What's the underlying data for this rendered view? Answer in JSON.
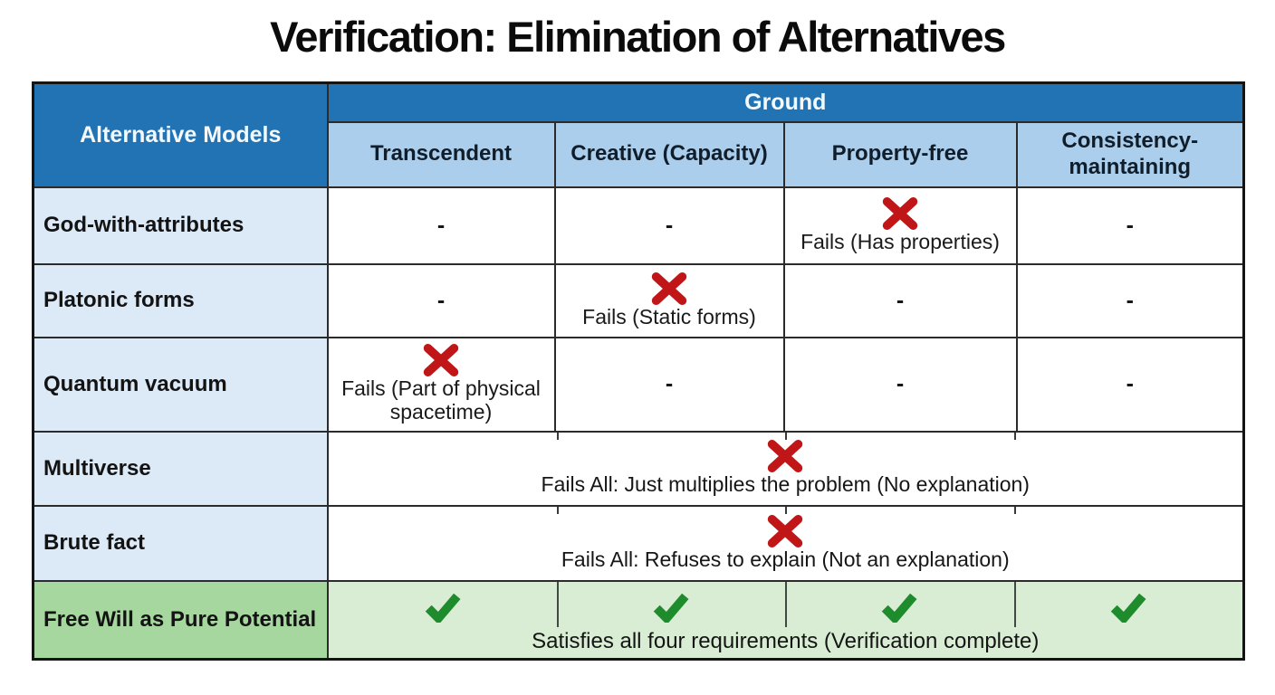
{
  "title": "Verification: Elimination of Alternatives",
  "table": {
    "corner_header": "Alternative Models",
    "group_header": "Ground",
    "columns": [
      "Transcendent",
      "Creative (Capacity)",
      "Property-free",
      "Consistency-maintaining"
    ],
    "rows": [
      {
        "label": "God-with-attributes",
        "cells": [
          "-",
          "-",
          "Fails (Has properties)",
          "-"
        ],
        "fail_col": 2
      },
      {
        "label": "Platonic forms",
        "cells": [
          "-",
          "Fails (Static forms)",
          "-",
          "-"
        ],
        "fail_col": 1
      },
      {
        "label": "Quantum vacuum",
        "cells": [
          "Fails (Part of physical spacetime)",
          "-",
          "-",
          "-"
        ],
        "fail_col": 0
      },
      {
        "label": "Multiverse",
        "text": "Fails All: Just multiplies the problem (No explanation)"
      },
      {
        "label": "Brute fact",
        "text": "Fails All: Refuses to explain (Not an explanation)"
      },
      {
        "label": "Free Will as Pure Potential",
        "text": "Satisfies all four requirements (Verification complete)"
      }
    ],
    "icons": {
      "fail": "red-x-icon",
      "pass": "green-check-icon"
    }
  },
  "chart_data": {
    "type": "table",
    "title": "Verification: Elimination of Alternatives",
    "row_header": "Alternative Models",
    "column_group": "Ground",
    "columns": [
      "Transcendent",
      "Creative (Capacity)",
      "Property-free",
      "Consistency-maintaining"
    ],
    "rows": [
      [
        "God-with-attributes",
        "-",
        "-",
        "✖ Fails (Has properties)",
        "-"
      ],
      [
        "Platonic forms",
        "-",
        "✖ Fails (Static forms)",
        "-",
        "-"
      ],
      [
        "Quantum vacuum",
        "✖ Fails (Part of physical spacetime)",
        "-",
        "-",
        "-"
      ],
      [
        "Multiverse",
        "✖ Fails All: Just multiplies the problem (No explanation)"
      ],
      [
        "Brute fact",
        "✖ Fails All: Refuses to explain (Not an explanation)"
      ],
      [
        "Free Will as Pure Potential",
        "✔ ✔ ✔ ✔ Satisfies all four requirements (Verification complete)"
      ]
    ]
  },
  "colors": {
    "header_blue": "#2173b4",
    "subheader_blue": "#abceec",
    "row_label_blue": "#dce9f6",
    "success_label_green": "#a6d79f",
    "success_cell_green": "#d8edd3",
    "fail_red": "#c01617",
    "pass_green": "#1e8c2d",
    "border_dark": "#2b2b2b"
  }
}
